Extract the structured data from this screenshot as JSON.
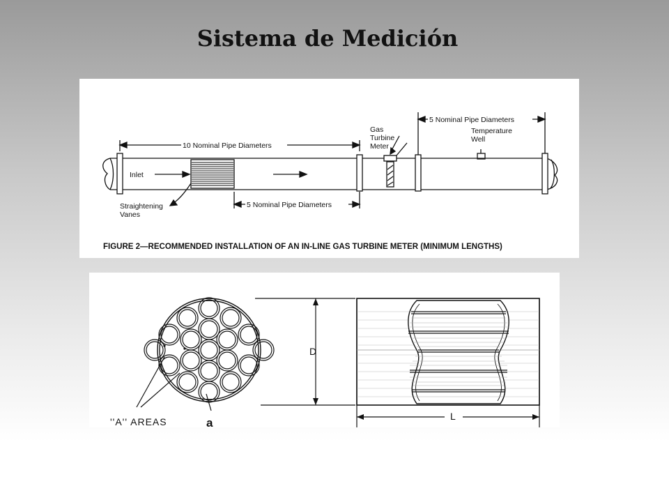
{
  "slide": {
    "title": "Sistema de Medición"
  },
  "figure_installation": {
    "caption": "FIGURE 2—RECOMMENDED INSTALLATION OF AN IN-LINE GAS TURBINE METER (MINIMUM LENGTHS)",
    "labels": {
      "upstream_span": "10 Nominal Pipe Diameters",
      "mid_span": "5 Nominal Pipe Diameters",
      "downstream_span": "5 Nominal Pipe Diameters",
      "inlet": "Inlet",
      "meter_line1": "Gas",
      "meter_line2": "Turbine",
      "meter_line3": "Meter",
      "temp_line1": "Temperature",
      "temp_line2": "Well",
      "vanes_line1": "Straightening",
      "vanes_line2": "Vanes"
    }
  },
  "figure_vanes": {
    "labels": {
      "areas": "''A'' AREAS",
      "small_a": "a",
      "diameter": "D",
      "length": "L"
    }
  }
}
